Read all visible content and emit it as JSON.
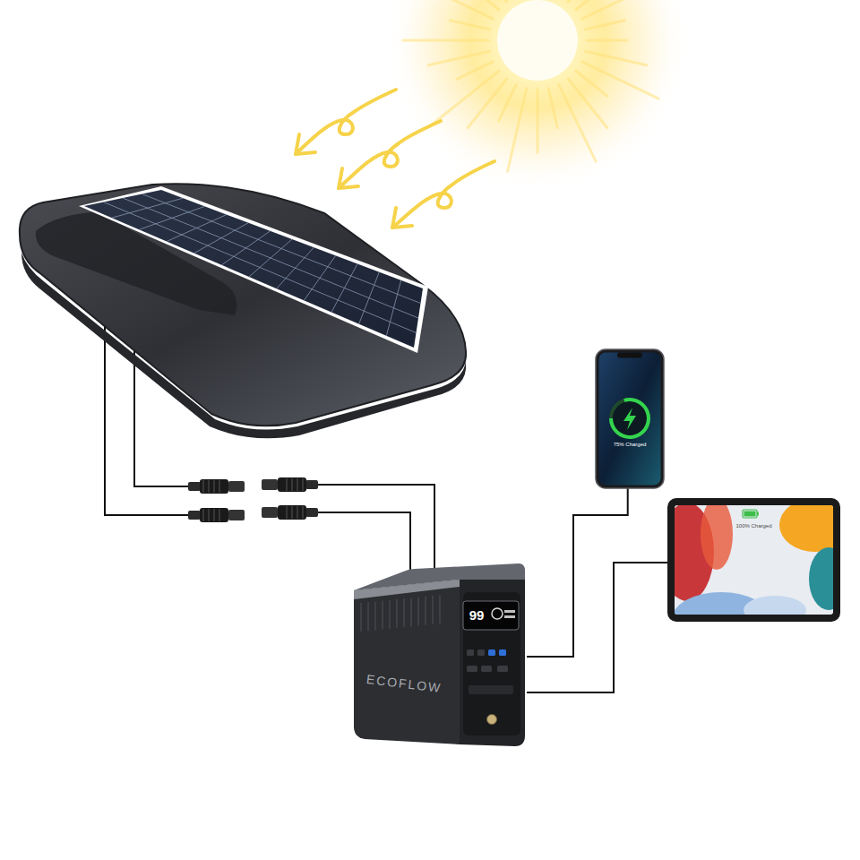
{
  "diagram": {
    "nodes": [
      {
        "text": [
          "75% Charged"
        ]
      },
      {
        "text": [
          "100% Charged"
        ]
      },
      {
        "text": [
          "ECOFLOW",
          "99"
        ]
      }
    ],
    "edges": [
      {
        "from": 2,
        "to": 0,
        "arrow": "none"
      },
      {
        "from": 2,
        "to": 1,
        "arrow": "none"
      }
    ]
  }
}
